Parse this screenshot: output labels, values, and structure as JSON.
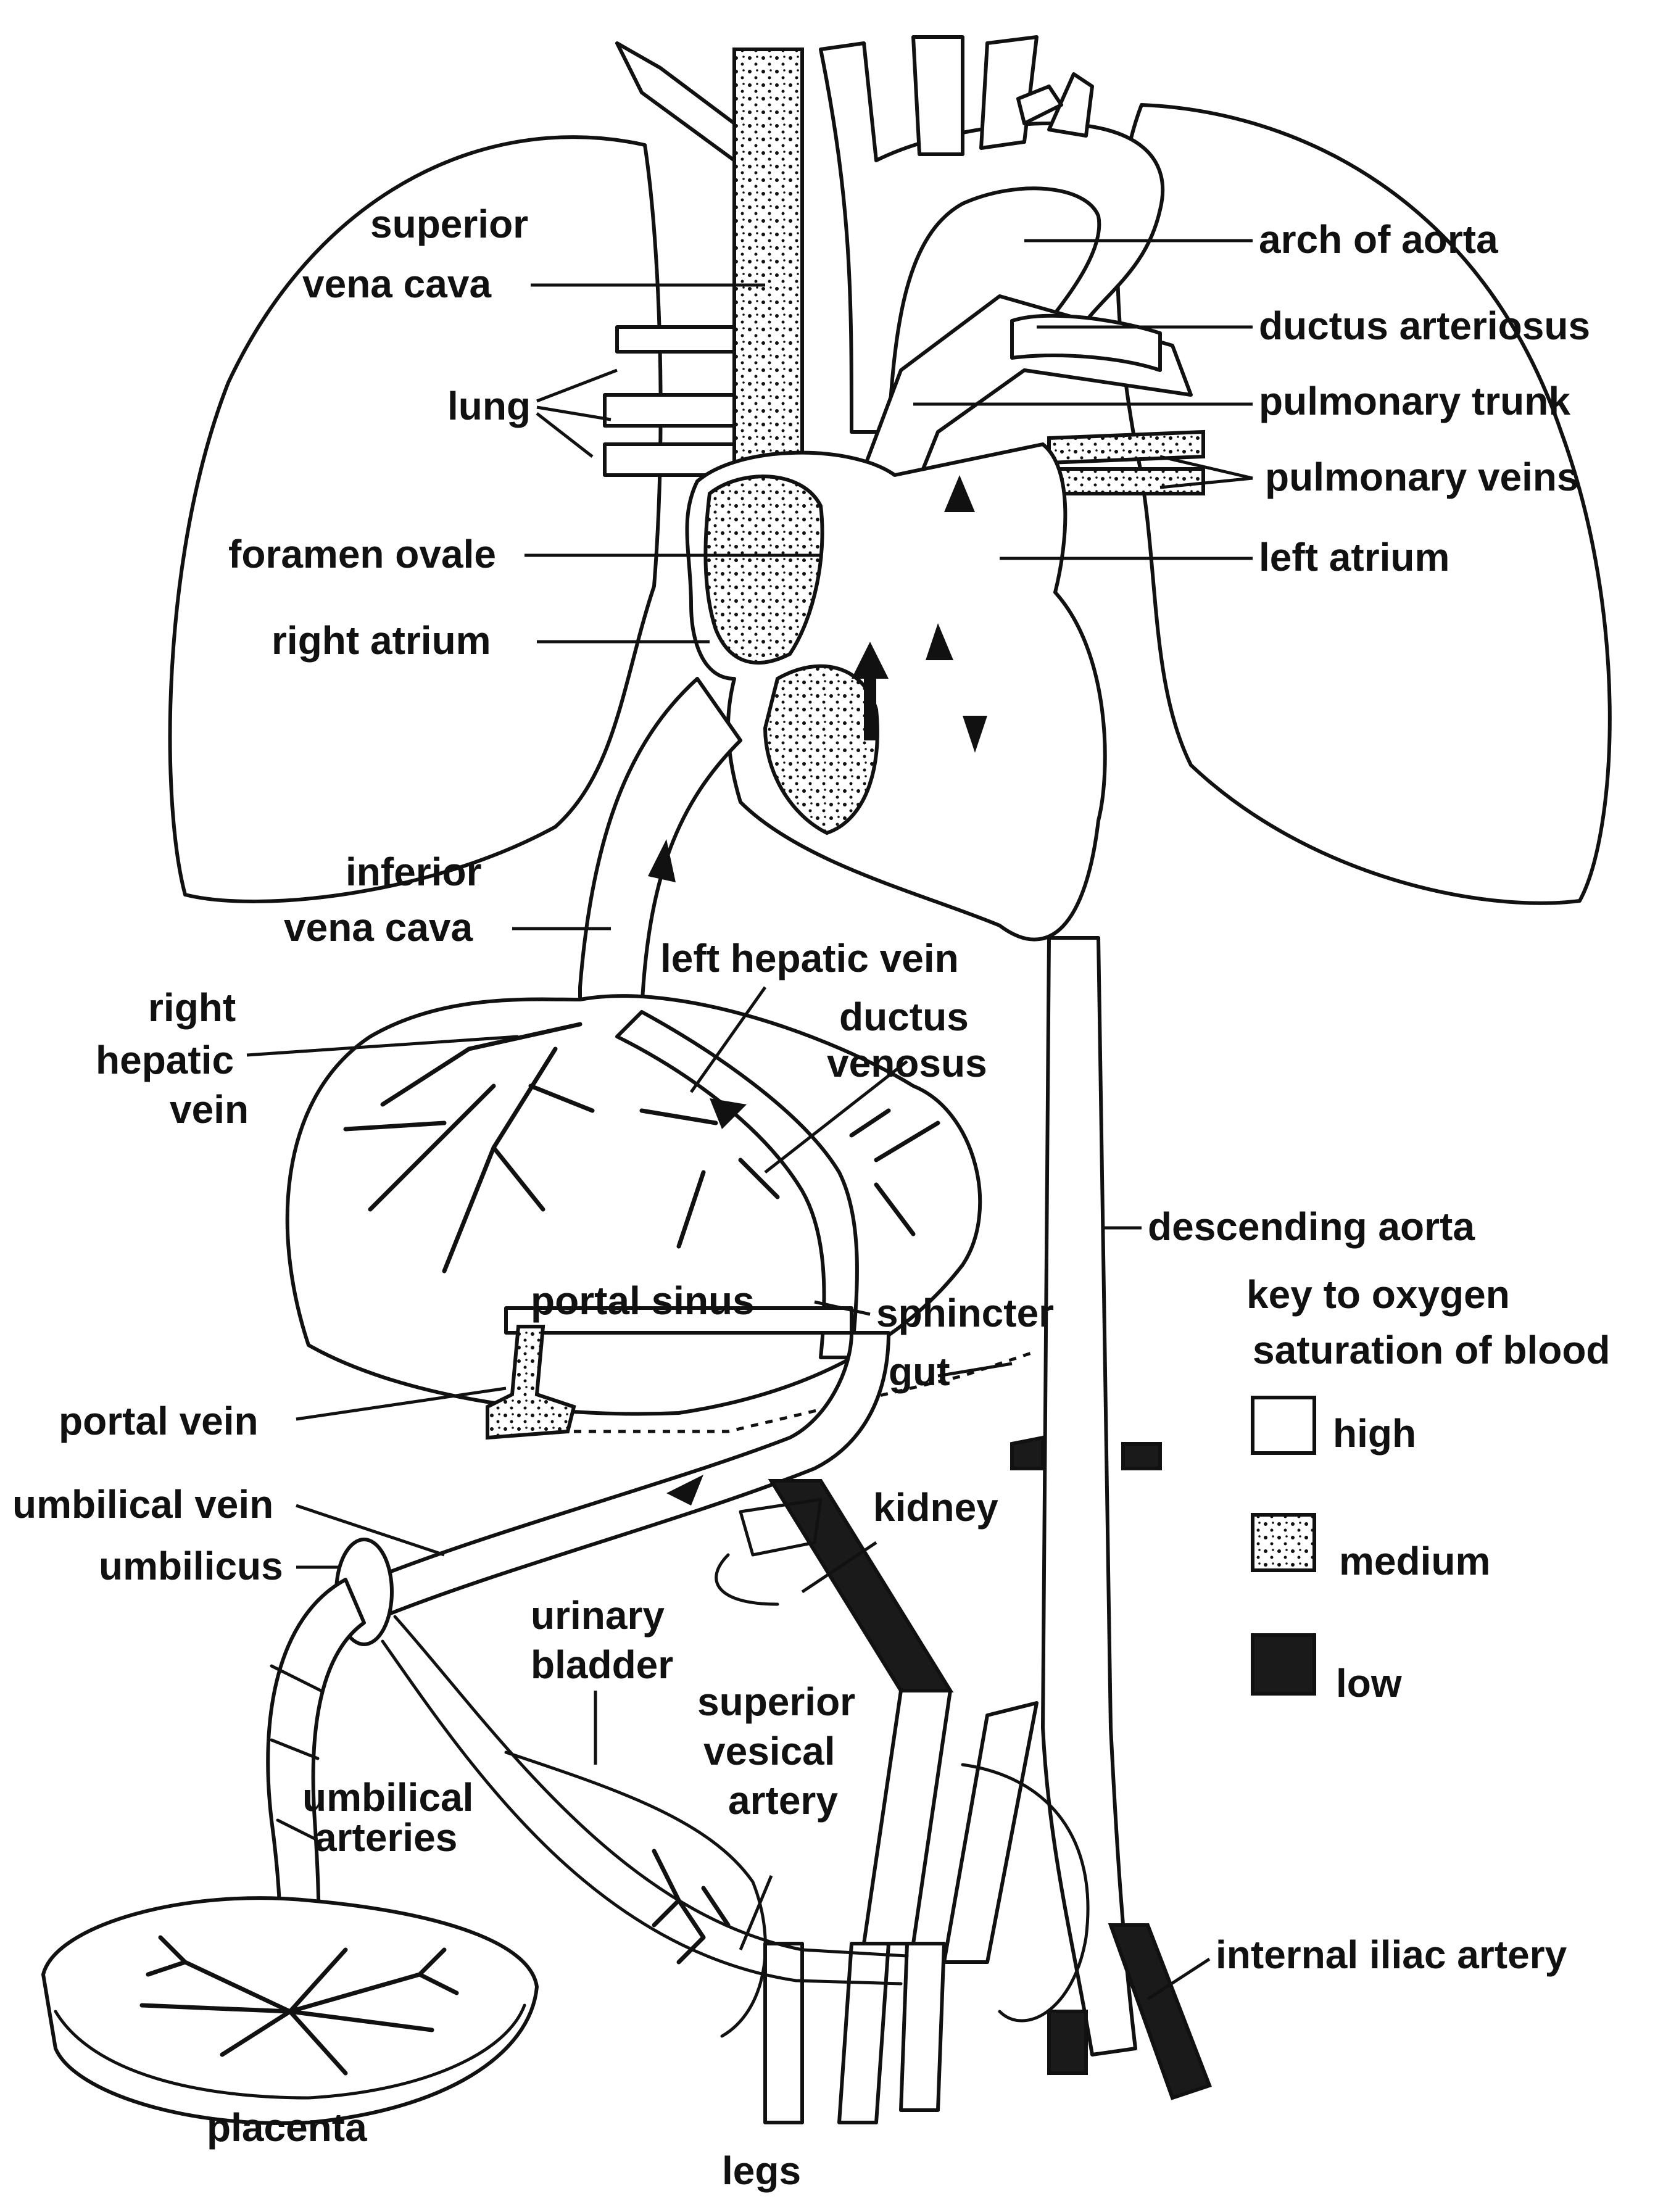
{
  "labels": {
    "superior_vena_cava": [
      "superior",
      "vena cava"
    ],
    "lung": "lung",
    "foramen_ovale": "foramen ovale",
    "right_atrium": "right atrium",
    "inferior_vena_cava": [
      "inferior",
      "vena cava"
    ],
    "right_hepatic_vein": [
      "right",
      "hepatic",
      "vein"
    ],
    "left_hepatic_vein": "left hepatic vein",
    "ductus_venosus": [
      "ductus",
      "venosus"
    ],
    "portal_sinus": "portal sinus",
    "sphincter": "sphincter",
    "gut": "gut",
    "portal_vein": "portal vein",
    "umbilical_vein": "umbilical vein",
    "umbilicus": "umbilicus",
    "urinary_bladder": [
      "urinary",
      "bladder"
    ],
    "superior_vesical_artery": [
      "superior",
      "vesical",
      "artery"
    ],
    "umbilical_arteries": [
      "umbilical",
      "arteries"
    ],
    "placenta": "placenta",
    "legs": "legs",
    "kidney": "kidney",
    "arch_of_aorta": "arch of aorta",
    "ductus_arteriosus": "ductus arteriosus",
    "pulmonary_trunk": "pulmonary trunk",
    "pulmonary_veins": "pulmonary veins",
    "left_atrium": "left atrium",
    "descending_aorta": "descending aorta",
    "internal_iliac_artery": "internal iliac artery"
  },
  "key": {
    "title": [
      "key to oxygen",
      "saturation of blood"
    ],
    "items": [
      {
        "label": "high",
        "level": "high"
      },
      {
        "label": "medium",
        "level": "medium"
      },
      {
        "label": "low",
        "level": "low"
      }
    ]
  },
  "colors": {
    "ink": "#111111",
    "background": "#ffffff",
    "low_fill": "#1a1a1a"
  }
}
